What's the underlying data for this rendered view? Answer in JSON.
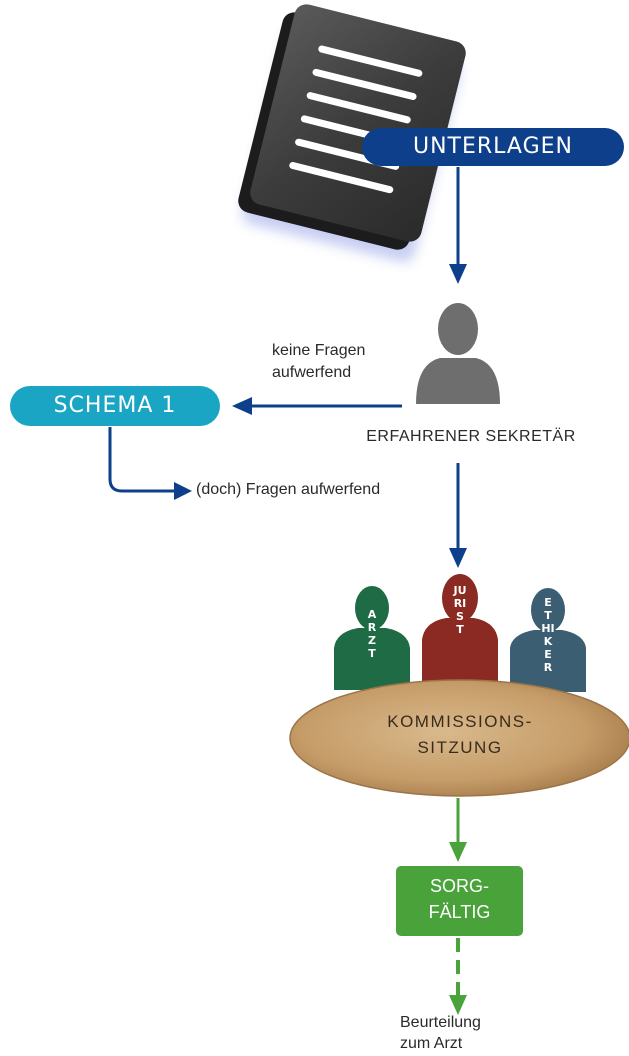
{
  "documents": {
    "label": "UNTERLAGEN",
    "color": "#0d3f8a"
  },
  "secretary": {
    "label": "ERFAHRENER SEKRETÄR",
    "color": "#6e6e6e"
  },
  "branch_no_questions": {
    "label_line1": "keine Fragen",
    "label_line2": "aufwerfend"
  },
  "schema": {
    "label": "SCHEMA 1",
    "color": "#1aa5c4"
  },
  "branch_questions": {
    "label": "(doch) Fragen aufwerfend"
  },
  "members": [
    {
      "letters": "ARZT",
      "color": "#1e6b45"
    },
    {
      "letters": "JURIST",
      "color": "#8b2a22"
    },
    {
      "letters": "ETHIKER",
      "color": "#3b5e72"
    }
  ],
  "commission": {
    "label_line1": "KOMMISSIONS-",
    "label_line2": "SITZUNG"
  },
  "result": {
    "label_line1": "SORG-",
    "label_line2": "FÄLTIG",
    "color": "#4aa33a"
  },
  "outcome": {
    "label_line1": "Beurteilung",
    "label_line2": "zum Arzt"
  },
  "arrow_colors": {
    "blue": "#0d3f8a",
    "green": "#4aa33a"
  }
}
